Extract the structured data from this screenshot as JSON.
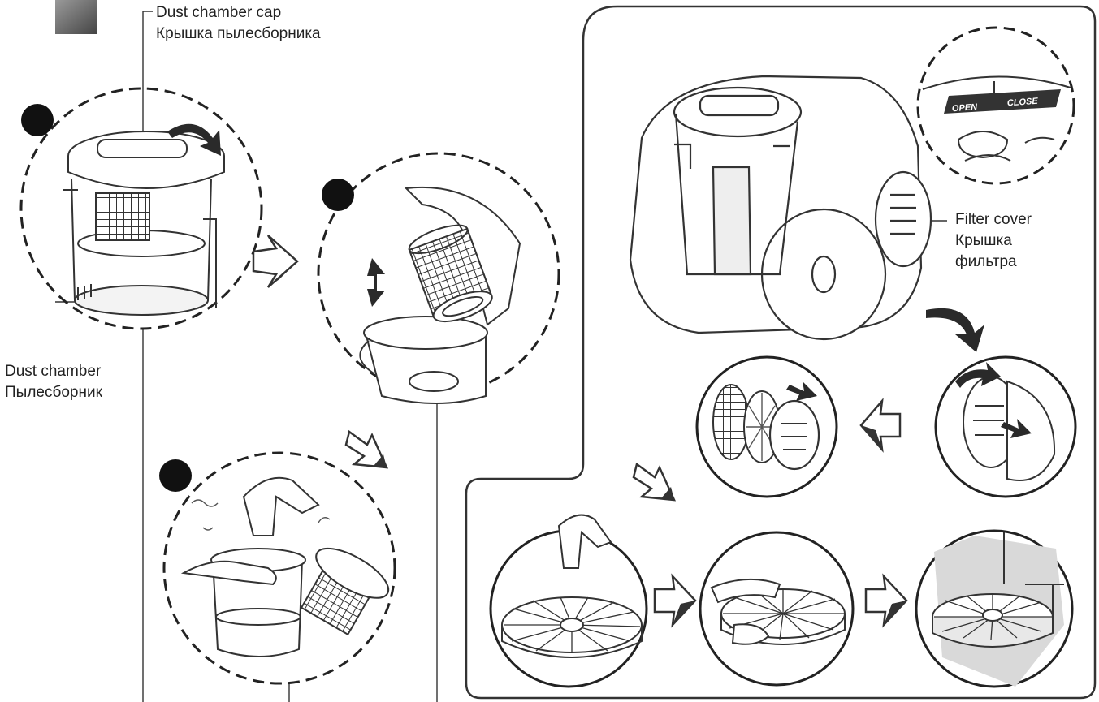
{
  "labels": {
    "dust_chamber_cap_en": "Dust chamber cap",
    "dust_chamber_cap_ru": "Крышка пылесборника",
    "dust_chamber_en": "Dust chamber",
    "dust_chamber_ru": "Пылесборник",
    "filter_cover_en": "Filter cover",
    "filter_cover_ru_1": "Крышка",
    "filter_cover_ru_2": "фильтра"
  },
  "lock_dial": {
    "open": "OPEN",
    "close": "CLOSE"
  },
  "colors": {
    "ink": "#222222",
    "step_marker": "#111111",
    "arrow_fill": "#2a2a2a",
    "hollow_arrow": "#ffffff",
    "panel_border": "#333333",
    "shadow_gray": "#d9d9d9"
  },
  "icons": [
    "step-marker-icon",
    "hollow-arrow-icon",
    "curved-arrow-icon",
    "faucet-icon",
    "hand-icon"
  ]
}
